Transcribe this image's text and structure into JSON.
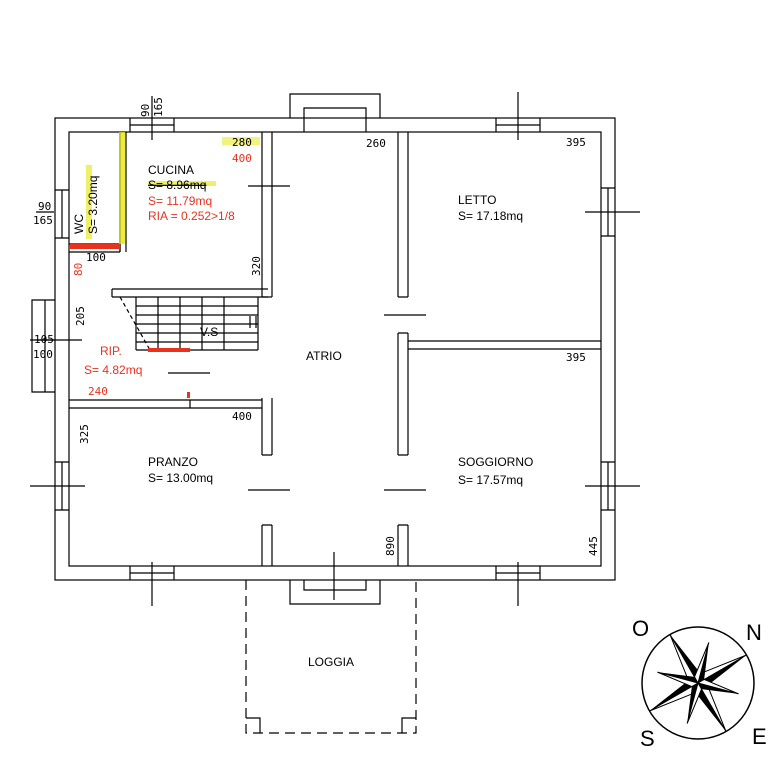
{
  "rooms": {
    "cucina": {
      "name": "CUCINA",
      "area_old": "S= 8.96mq",
      "area": "S= 11.79mq",
      "ria": "RIA = 0.252>1/8"
    },
    "wc": {
      "name": "WC",
      "area": "S= 3.20mq"
    },
    "letto": {
      "name": "LETTO",
      "area": "S= 17.18mq"
    },
    "atrio": {
      "name": "ATRIO"
    },
    "vs": {
      "name": "V.S"
    },
    "rip": {
      "name": "RIP.",
      "area": "S= 4.82mq"
    },
    "pranzo": {
      "name": "PRANZO",
      "area": "S= 13.00mq"
    },
    "soggiorno": {
      "name": "SOGGIORNO",
      "area": "S= 17.57mq"
    },
    "loggia": {
      "name": "LOGGIA"
    }
  },
  "dimensions": {
    "top_window_a": "90",
    "top_window_b": "165",
    "kitchen_old_width": "280",
    "kitchen_new_width": "400",
    "atrio_width": "260",
    "letto_width": "395",
    "left_window_a": "90",
    "left_window_b": "165",
    "wc_width": "100",
    "wc_depth": "80",
    "kitchen_height": "320",
    "rip_height": "205",
    "left_door_a": "105",
    "left_door_b": "100",
    "rip_width": "240",
    "pranzo_width": "400",
    "soggiorno_width": "395",
    "pranzo_height": "325",
    "atrio_height": "890",
    "soggiorno_height": "445"
  },
  "compass": {
    "north": "N",
    "south": "S",
    "east": "E",
    "west": "O"
  },
  "colors": {
    "walls": "#000000",
    "red_notes": "#e8321e",
    "highlight": "#e6e600"
  }
}
